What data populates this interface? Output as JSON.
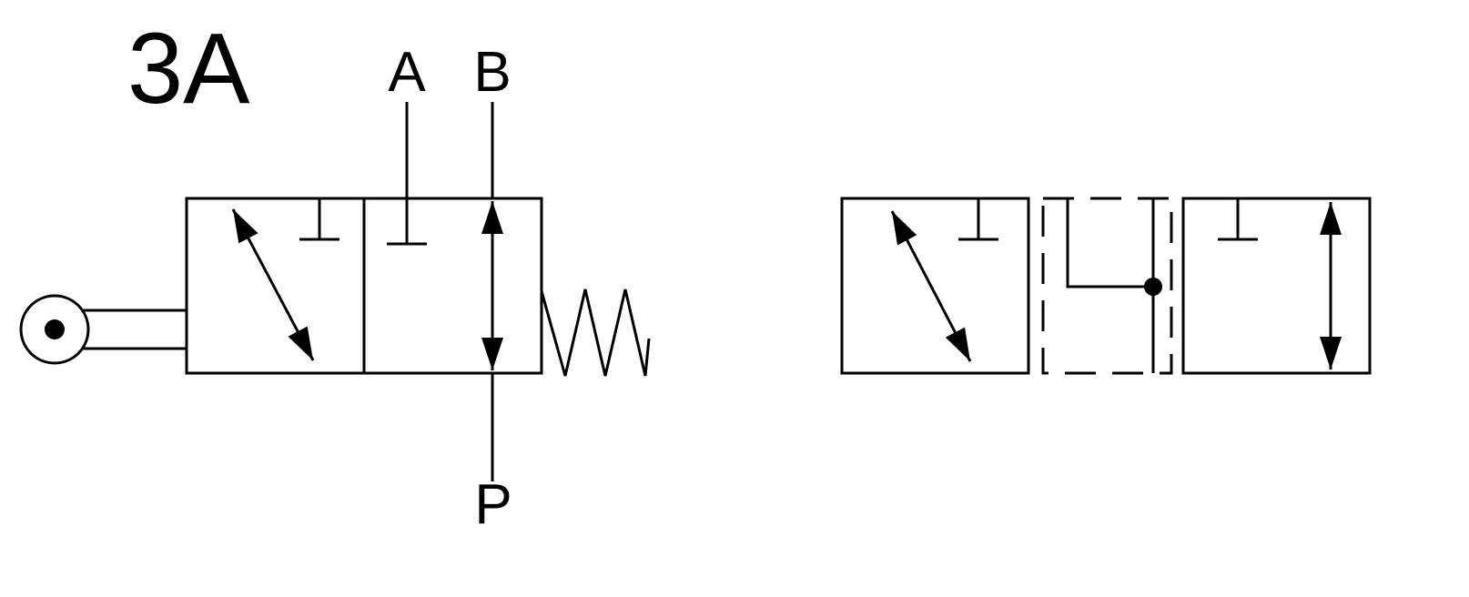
{
  "diagram": {
    "kind": "fluid-power directional valve schematic",
    "circuit_label": "3A",
    "ports": {
      "a": "A",
      "b": "B",
      "p": "P"
    },
    "colors": {
      "line": "#000000",
      "background": "#ffffff"
    }
  }
}
